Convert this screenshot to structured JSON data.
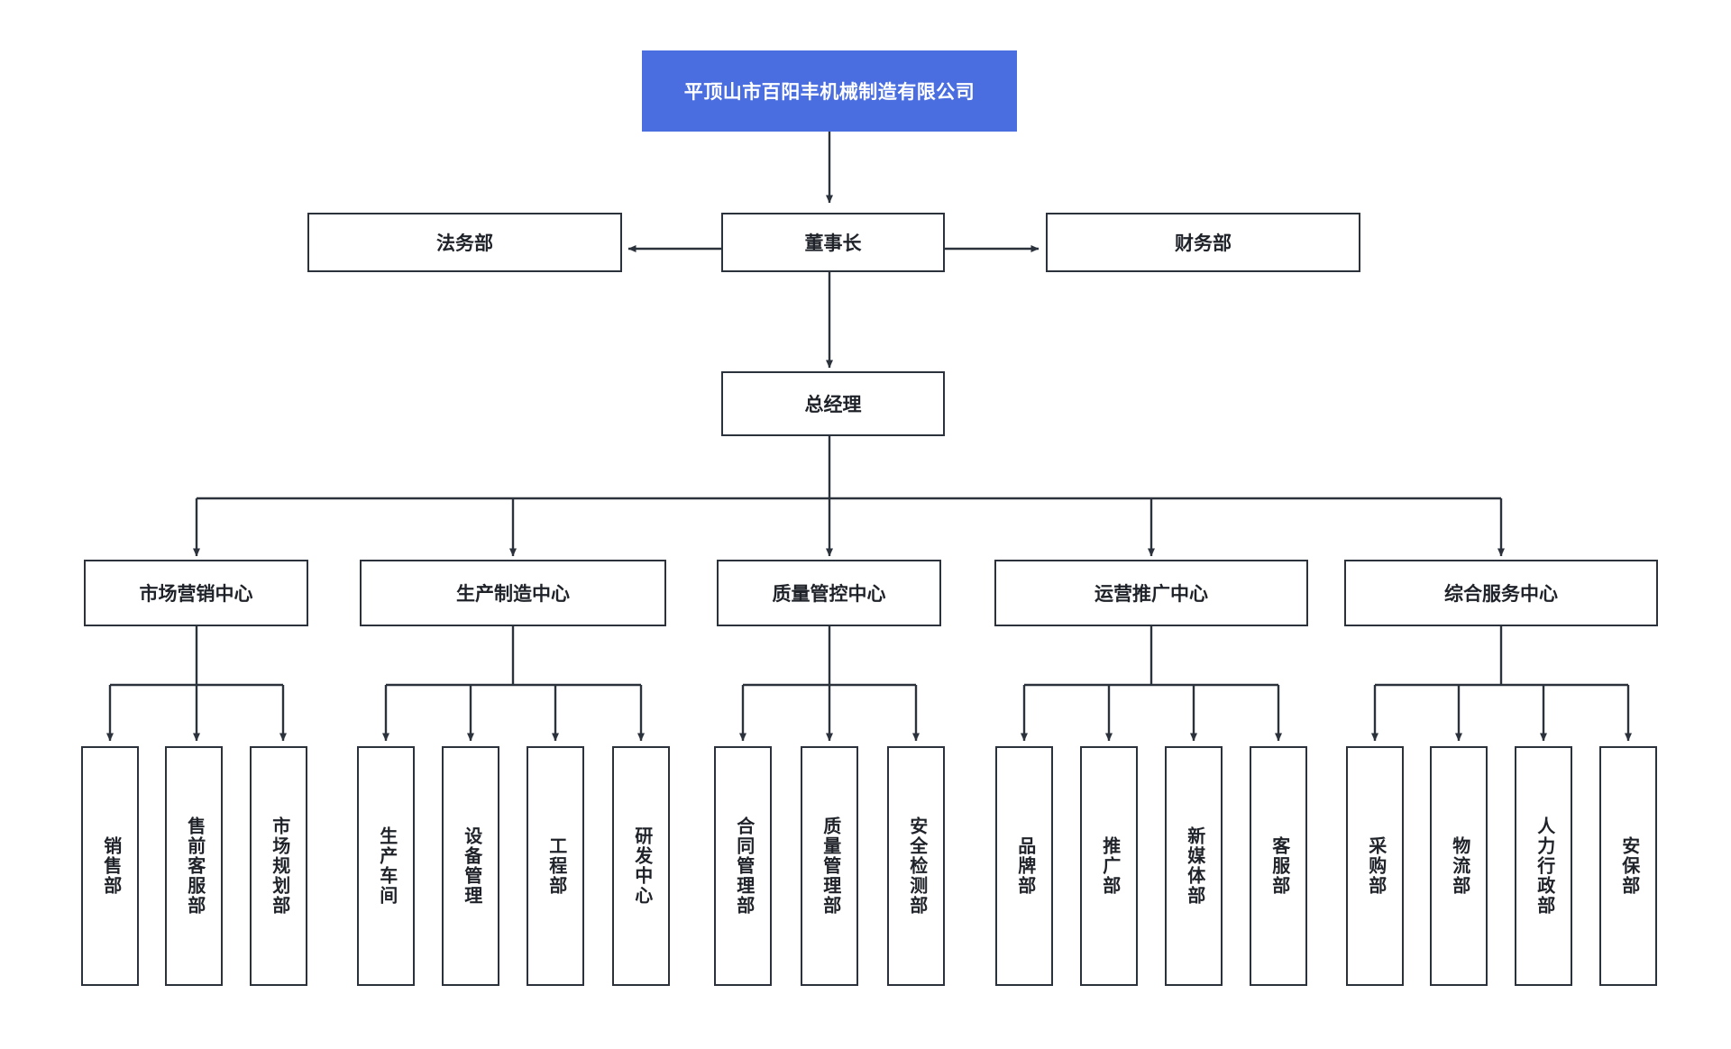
{
  "diagram": {
    "title": "平顶山市百阳丰机械制造有限公司",
    "type": "organization-chart",
    "colors": {
      "root_fill": "#4a6ee0",
      "root_text": "#ffffff",
      "box_stroke": "#2b323c",
      "box_fill": "#ffffff",
      "box_text": "#1f2329",
      "connector": "#2b323c",
      "background": "#ffffff"
    }
  },
  "root": {
    "label": "平顶山市百阳丰机械制造有限公司"
  },
  "executive": {
    "chairman": "董事长",
    "legal": "法务部",
    "finance": "财务部",
    "general_manager": "总经理"
  },
  "centers": [
    {
      "label": "市场营销中心",
      "children": [
        "销售部",
        "售前客服部",
        "市场规划部"
      ]
    },
    {
      "label": "生产制造中心",
      "children": [
        "生产车间",
        "设备管理",
        "工程部",
        "研发中心"
      ]
    },
    {
      "label": "质量管控中心",
      "children": [
        "合同管理部",
        "质量管理部",
        "安全检测部"
      ]
    },
    {
      "label": "运营推广中心",
      "children": [
        "品牌部",
        "推广部",
        "新媒体部",
        "客服部"
      ]
    },
    {
      "label": "综合服务中心",
      "children": [
        "采购部",
        "物流部",
        "人力行政部",
        "安保部"
      ]
    }
  ]
}
